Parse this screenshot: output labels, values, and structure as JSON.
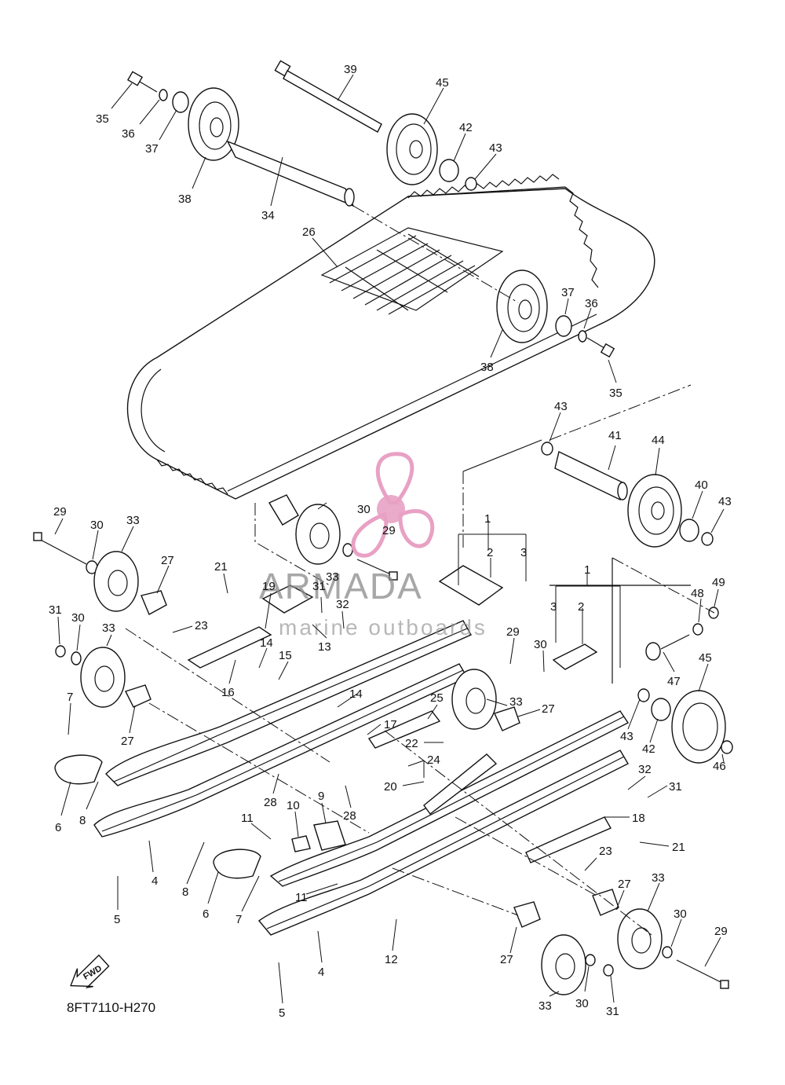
{
  "diagram_code": "8FT7110-H270",
  "fwd_label": "FWD",
  "watermark": {
    "brand": "ARMADA",
    "tagline": "marine outboards",
    "accent_color": "#e8a1c4"
  },
  "callouts": [
    {
      "n": "39"
    },
    {
      "n": "45"
    },
    {
      "n": "35"
    },
    {
      "n": "36"
    },
    {
      "n": "37"
    },
    {
      "n": "42"
    },
    {
      "n": "43"
    },
    {
      "n": "38"
    },
    {
      "n": "34"
    },
    {
      "n": "26"
    },
    {
      "n": "37"
    },
    {
      "n": "36"
    },
    {
      "n": "38"
    },
    {
      "n": "35"
    },
    {
      "n": "43"
    },
    {
      "n": "41"
    },
    {
      "n": "44"
    },
    {
      "n": "40"
    },
    {
      "n": "43"
    },
    {
      "n": "29"
    },
    {
      "n": "30"
    },
    {
      "n": "33"
    },
    {
      "n": "27"
    },
    {
      "n": "30"
    },
    {
      "n": "29"
    },
    {
      "n": "33"
    },
    {
      "n": "1"
    },
    {
      "n": "2"
    },
    {
      "n": "3"
    },
    {
      "n": "1"
    },
    {
      "n": "3"
    },
    {
      "n": "2"
    },
    {
      "n": "21"
    },
    {
      "n": "19"
    },
    {
      "n": "31"
    },
    {
      "n": "32"
    },
    {
      "n": "48"
    },
    {
      "n": "49"
    },
    {
      "n": "31"
    },
    {
      "n": "30"
    },
    {
      "n": "33"
    },
    {
      "n": "23"
    },
    {
      "n": "13"
    },
    {
      "n": "14"
    },
    {
      "n": "15"
    },
    {
      "n": "29"
    },
    {
      "n": "30"
    },
    {
      "n": "47"
    },
    {
      "n": "45"
    },
    {
      "n": "16"
    },
    {
      "n": "14"
    },
    {
      "n": "7"
    },
    {
      "n": "27"
    },
    {
      "n": "25"
    },
    {
      "n": "33"
    },
    {
      "n": "27"
    },
    {
      "n": "17"
    },
    {
      "n": "43"
    },
    {
      "n": "42"
    },
    {
      "n": "22"
    },
    {
      "n": "24"
    },
    {
      "n": "20"
    },
    {
      "n": "6"
    },
    {
      "n": "8"
    },
    {
      "n": "28"
    },
    {
      "n": "10"
    },
    {
      "n": "9"
    },
    {
      "n": "28"
    },
    {
      "n": "32"
    },
    {
      "n": "31"
    },
    {
      "n": "46"
    },
    {
      "n": "4"
    },
    {
      "n": "11"
    },
    {
      "n": "18"
    },
    {
      "n": "21"
    },
    {
      "n": "5"
    },
    {
      "n": "8"
    },
    {
      "n": "23"
    },
    {
      "n": "6"
    },
    {
      "n": "7"
    },
    {
      "n": "11"
    },
    {
      "n": "27"
    },
    {
      "n": "33"
    },
    {
      "n": "30"
    },
    {
      "n": "29"
    },
    {
      "n": "12"
    },
    {
      "n": "27"
    },
    {
      "n": "4"
    },
    {
      "n": "33"
    },
    {
      "n": "30"
    },
    {
      "n": "31"
    },
    {
      "n": "5"
    }
  ]
}
